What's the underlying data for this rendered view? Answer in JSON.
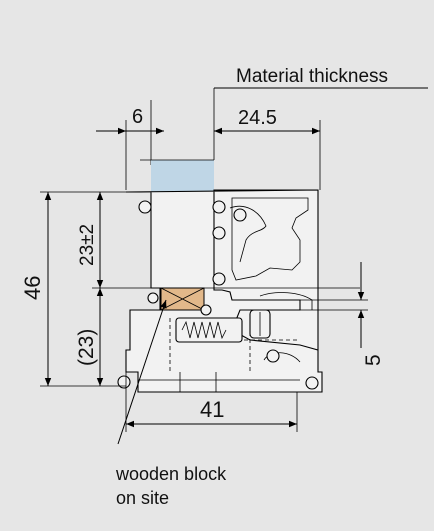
{
  "labels": {
    "material_thickness": "Material thickness",
    "dim_left_offset": "6",
    "dim_right_offset": "24.5",
    "dim_upper_height": "23±2",
    "dim_total_height": "46",
    "dim_lower_height": "(23)",
    "dim_bottom_width": "41",
    "dim_small_right": "5",
    "callout_line1": "wooden block",
    "callout_line2": "on site"
  },
  "colors": {
    "background": "#e6e6e6",
    "glass": "#bfd6e6",
    "wooden_block": "#e2b88a",
    "profile": "#f2f2f2"
  }
}
